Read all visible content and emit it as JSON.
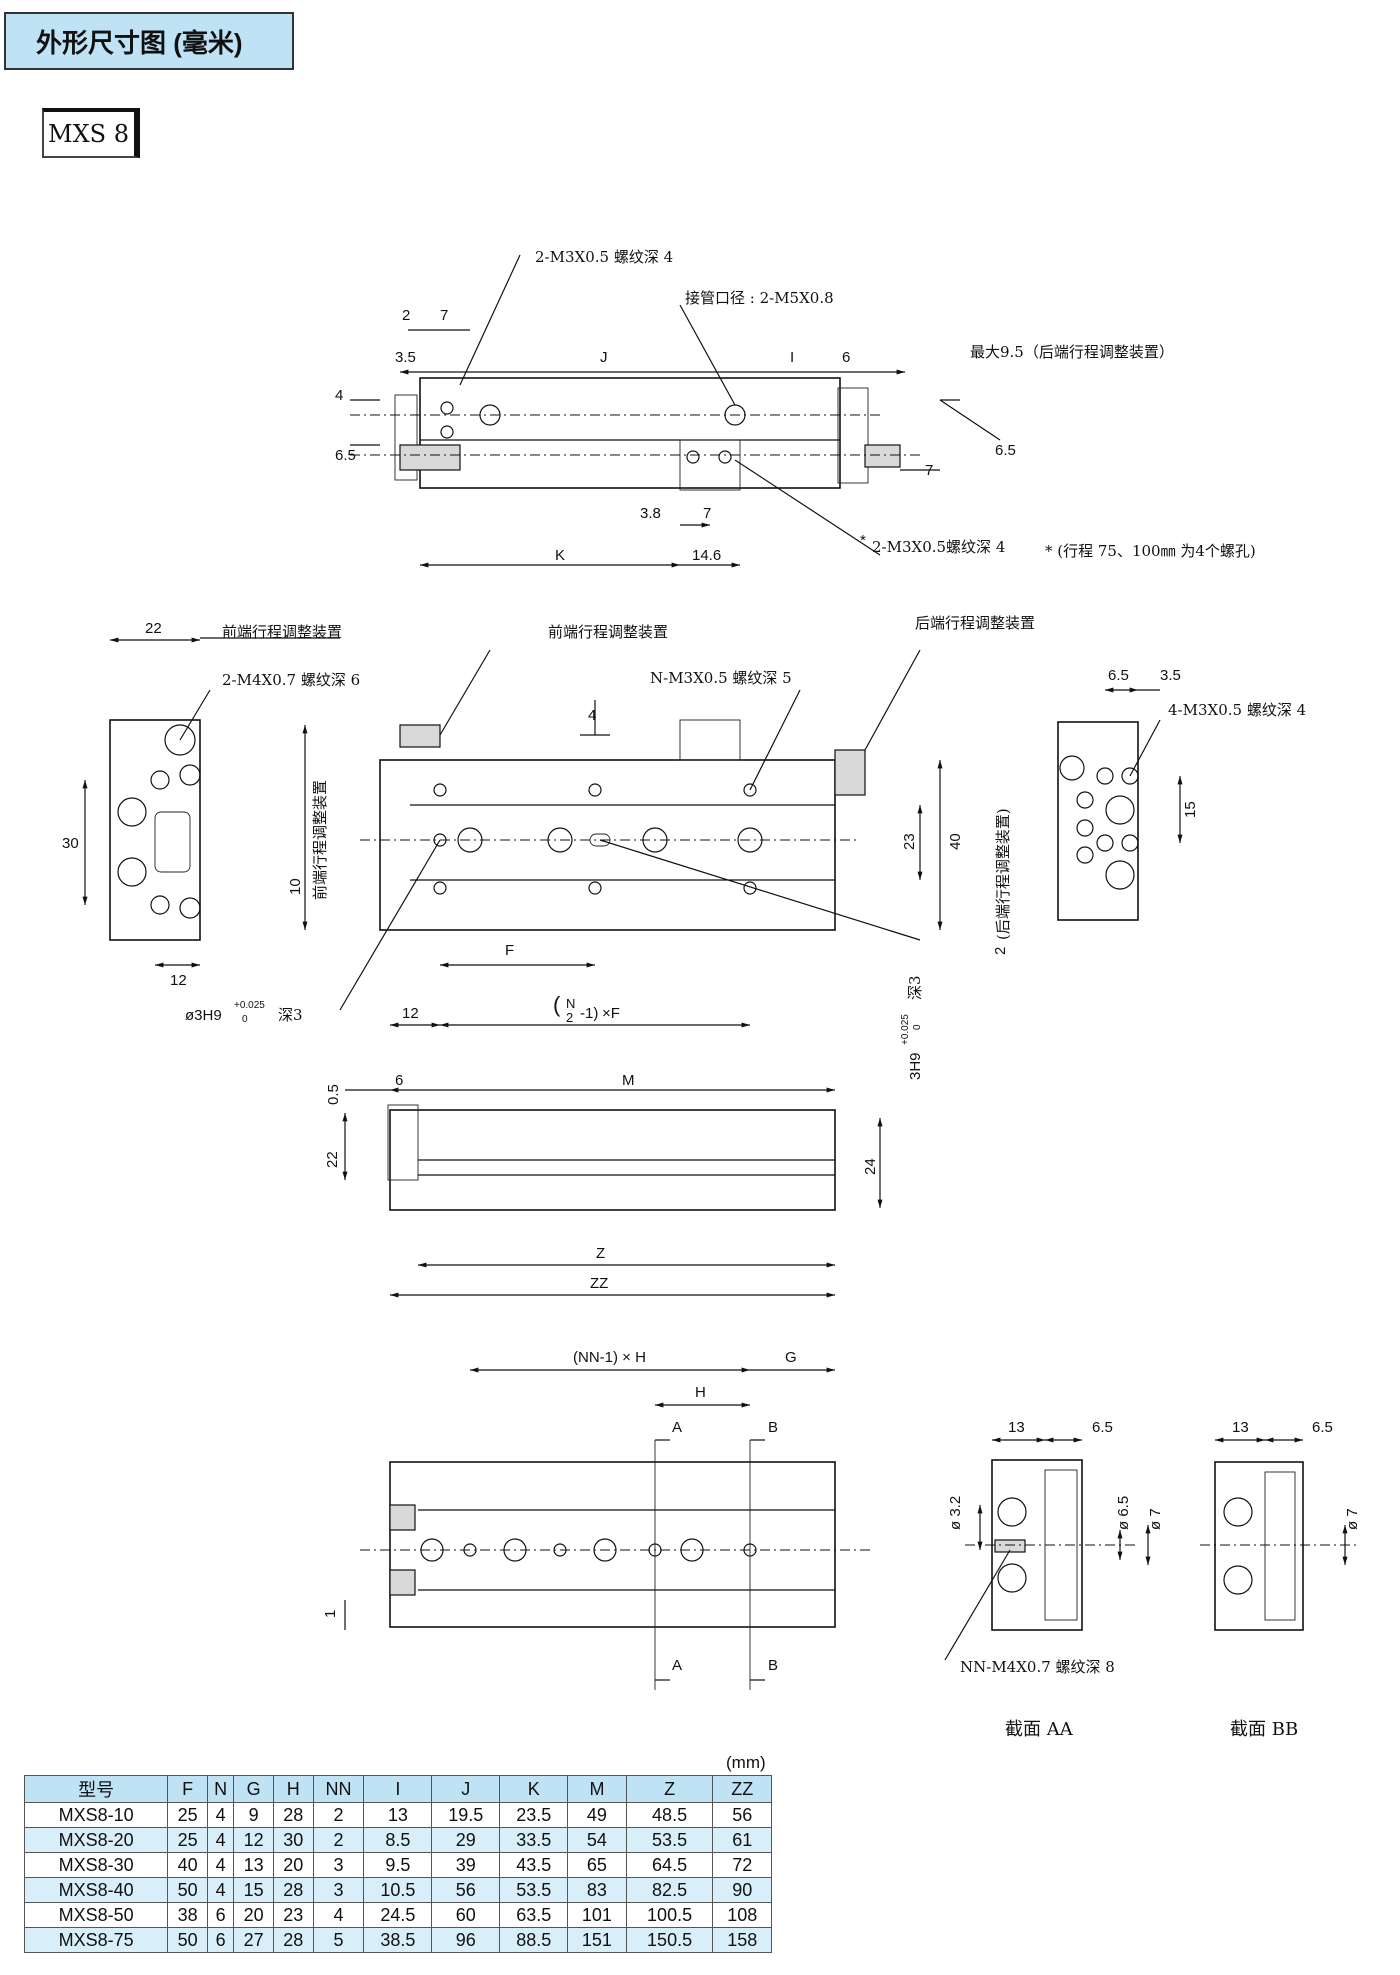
{
  "header": {
    "title": "外形尺寸图 (毫米)",
    "model": "MXS 8"
  },
  "labels": {
    "top_thread1": "2-M3X0.5 螺纹深 4",
    "port": "接管口径 : 2-M5X0.8",
    "max_adjust": "最大9.5（后端行程调整装置）",
    "thread_star": "2-M3X0.5螺纹深 4",
    "stroke_note": "* (行程 75、100㎜ 为4个螺孔)",
    "front_adj_left": "前端行程调整装置",
    "m4_thread": "2-M4X0.7 螺纹深 6",
    "front_adj_mid": "前端行程调整装置",
    "rear_adj": "后端行程调整装置",
    "n_thread": "N-M3X0.5 螺纹深 5",
    "m3_4": "4-M3X0.5 螺纹深 4",
    "front_adj_vert": "前端行程调整装置",
    "rear_adj_vert": "(后端行程调整装置)",
    "hole_left": "ø3H9",
    "hole_tol": "+0.025",
    "hole_tol0": "0",
    "hole_depth": "深3",
    "hole_right": "3H9",
    "n2f_a": "N",
    "n2f_b": "2",
    "n2f_c": "-1)",
    "n2f_d": "×F",
    "nnh": "(NN-1) × H",
    "nn_thread": "NN-M4X0.7 螺纹深 8",
    "section_aa": "截面 AA",
    "section_bb": "截面 BB"
  },
  "dims": {
    "d2": "2",
    "d7": "7",
    "d35": "3.5",
    "J": "J",
    "I": "I",
    "d6": "6",
    "d4": "4",
    "d65": "6.5",
    "d65r": "6.5",
    "d7r": "7",
    "d38": "3.8",
    "d7b": "7",
    "K": "K",
    "d146": "14.6",
    "star": "*",
    "d22": "22",
    "d30": "30",
    "d12": "12",
    "d4b": "4",
    "d10": "10",
    "F": "F",
    "d12b": "12",
    "d23": "23",
    "d40": "40",
    "d2r": "2",
    "d65c": "6.5",
    "d35c": "3.5",
    "d15": "15",
    "d05": "0.5",
    "d6c": "6",
    "M": "M",
    "d22c": "22",
    "d24": "24",
    "Z": "Z",
    "ZZ": "ZZ",
    "G": "G",
    "H": "H",
    "A": "A",
    "B": "B",
    "d1": "1",
    "s13": "13",
    "s65": "6.5",
    "s32": "ø 3.2",
    "s65v": "ø 6.5",
    "s7": "ø 7",
    "t13": "13",
    "t65": "6.5",
    "t7": "ø 7"
  },
  "table": {
    "unit": "(mm)",
    "columns": [
      "型号",
      "F",
      "N",
      "G",
      "H",
      "NN",
      "I",
      "J",
      "K",
      "M",
      "Z",
      "ZZ"
    ],
    "rows": [
      [
        "MXS8-10",
        "25",
        "4",
        "9",
        "28",
        "2",
        "13",
        "19.5",
        "23.5",
        "49",
        "48.5",
        "56"
      ],
      [
        "MXS8-20",
        "25",
        "4",
        "12",
        "30",
        "2",
        "8.5",
        "29",
        "33.5",
        "54",
        "53.5",
        "61"
      ],
      [
        "MXS8-30",
        "40",
        "4",
        "13",
        "20",
        "3",
        "9.5",
        "39",
        "43.5",
        "65",
        "64.5",
        "72"
      ],
      [
        "MXS8-40",
        "50",
        "4",
        "15",
        "28",
        "3",
        "10.5",
        "56",
        "53.5",
        "83",
        "82.5",
        "90"
      ],
      [
        "MXS8-50",
        "38",
        "6",
        "20",
        "23",
        "4",
        "24.5",
        "60",
        "63.5",
        "101",
        "100.5",
        "108"
      ],
      [
        "MXS8-75",
        "50",
        "6",
        "27",
        "28",
        "5",
        "38.5",
        "96",
        "88.5",
        "151",
        "150.5",
        "158"
      ]
    ]
  }
}
